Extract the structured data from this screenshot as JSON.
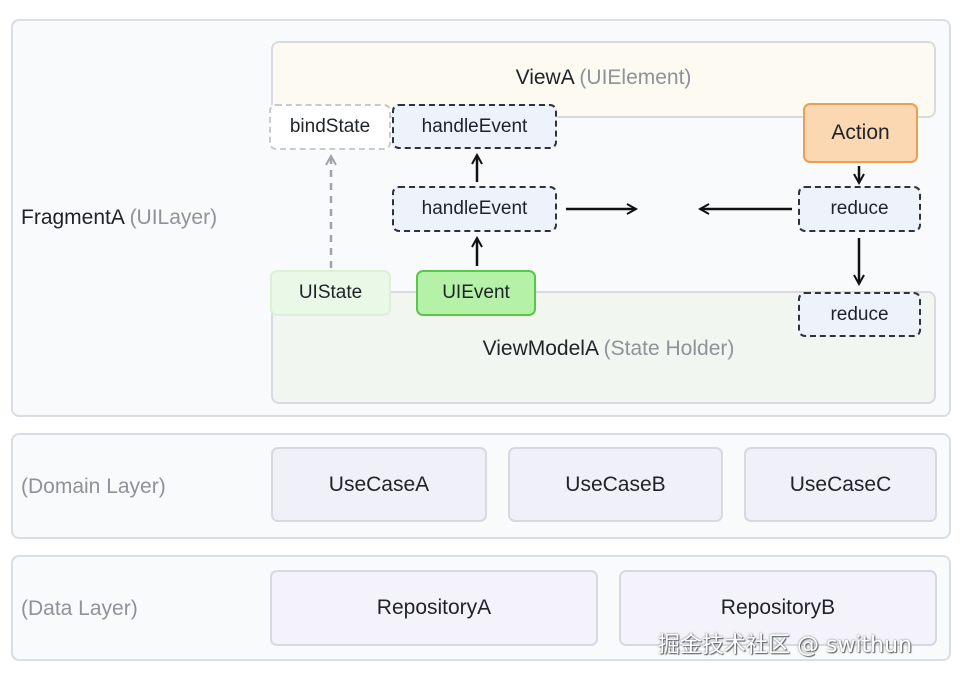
{
  "ui_layer": {
    "label_main": "FragmentA",
    "label_sub": "(UILayer)",
    "view": {
      "title_main": "ViewA",
      "title_sub": "(UIElement)"
    },
    "view_model": {
      "title_main": "ViewModelA",
      "title_sub": "(State Holder)"
    },
    "nodes": {
      "bind_state": "bindState",
      "handle_event_top": "handleEvent",
      "handle_event_mid": "handleEvent",
      "action": "Action",
      "reduce_top": "reduce",
      "reduce_bottom": "reduce",
      "ui_state": "UIState",
      "ui_event": "UIEvent"
    }
  },
  "domain_layer": {
    "label": "(Domain Layer)",
    "use_cases": [
      "UseCaseA",
      "UseCaseB",
      "UseCaseC"
    ]
  },
  "data_layer": {
    "label": "(Data Layer)",
    "repositories": [
      "RepositoryA",
      "RepositoryB"
    ]
  },
  "watermark": "掘金技术社区 @ swithun",
  "colors": {
    "view_fill": "#fcfaf1",
    "view_model_fill": "#f1f6f1",
    "action_fill": "#fbd8b2",
    "action_border": "#ec9e55",
    "ui_event_fill": "#b6f1a8",
    "ui_event_border": "#58c84b",
    "ui_state_fill": "#eaf8e8",
    "dashed_fill": "#eef2fb"
  }
}
